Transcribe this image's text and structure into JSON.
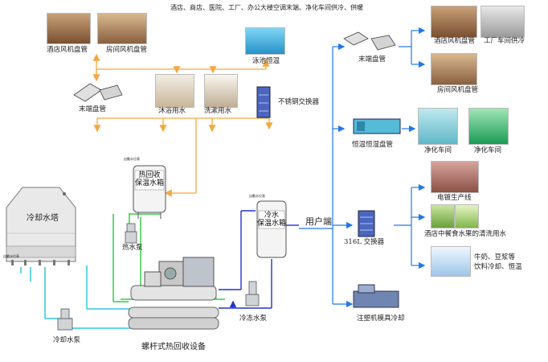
{
  "header": {
    "top_caption": "酒店、商店、医院、工厂、办公大楼空调末端、净化车间供冷、供暖"
  },
  "left_loads": {
    "hotel_fan_coil": "酒店风机盘管",
    "room_fan_coil": "房间风机盘管",
    "pool": "泳池恒温",
    "terminal_coil": "末端盘管",
    "bath_water": "沐浴用水",
    "wash_water": "洗漱用水",
    "ss_exchanger": "不锈钢交换器"
  },
  "equipment": {
    "heat_tank_line1": "热回收",
    "heat_tank_line2": "保温水箱",
    "cold_tank_line1": "冷水",
    "cold_tank_line2": "保温水箱",
    "cooling_tower": "冷却水塔",
    "hot_pump": "热水泵",
    "chill_pump": "冷冻水泵",
    "cool_pump": "冷却水泵",
    "unit": "螺杆式热回收设备",
    "user_side": "用户端",
    "tiny_tag": "自動水位表"
  },
  "right_loads": {
    "terminal_coil": "末端盘管",
    "hotel_fan_coil": "酒店风机盘管",
    "factory_workshop": "工厂车间供冷",
    "room_fan_coil": "房间风机盘管",
    "const_temp_coil": "恒温恒湿盘管",
    "clean_room_1": "净化车间",
    "clean_room_2": "净化车间",
    "plating_line": "电镀生产线",
    "food_washing": "酒店中餐食水果的清洗用水",
    "milk_line1": "牛奶、豆浆等",
    "milk_line2": "饮料冷却、恒温",
    "exchanger_316": "316L 交换器",
    "injection_mold": "注塑机模具冷却"
  },
  "colors": {
    "hot_pipe": "#f4a742",
    "chilled_pipe": "#2233cc",
    "cooling_pipe_cyan": "#33c6e0",
    "cooling_pipe_green": "#33cc44",
    "distribution_pipe": "#2277ee"
  }
}
